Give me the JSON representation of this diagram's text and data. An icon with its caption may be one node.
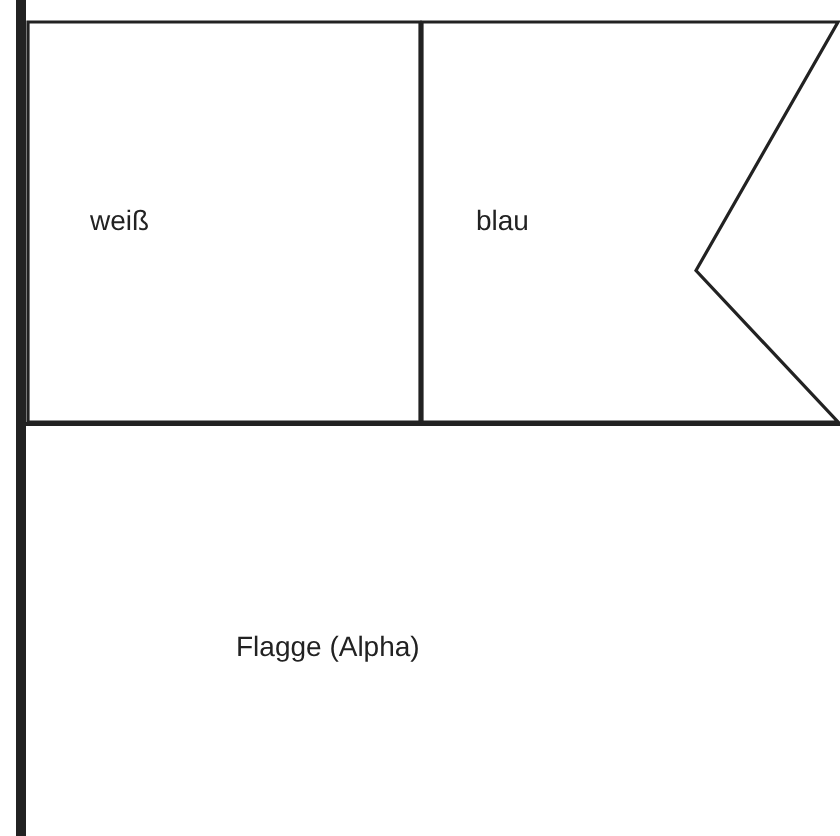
{
  "diagram": {
    "nodes": [
      {
        "text": [
          "weiß"
        ]
      },
      {
        "text": [
          "blau"
        ]
      }
    ],
    "labels": [
      "Flagge (Alpha)"
    ]
  }
}
